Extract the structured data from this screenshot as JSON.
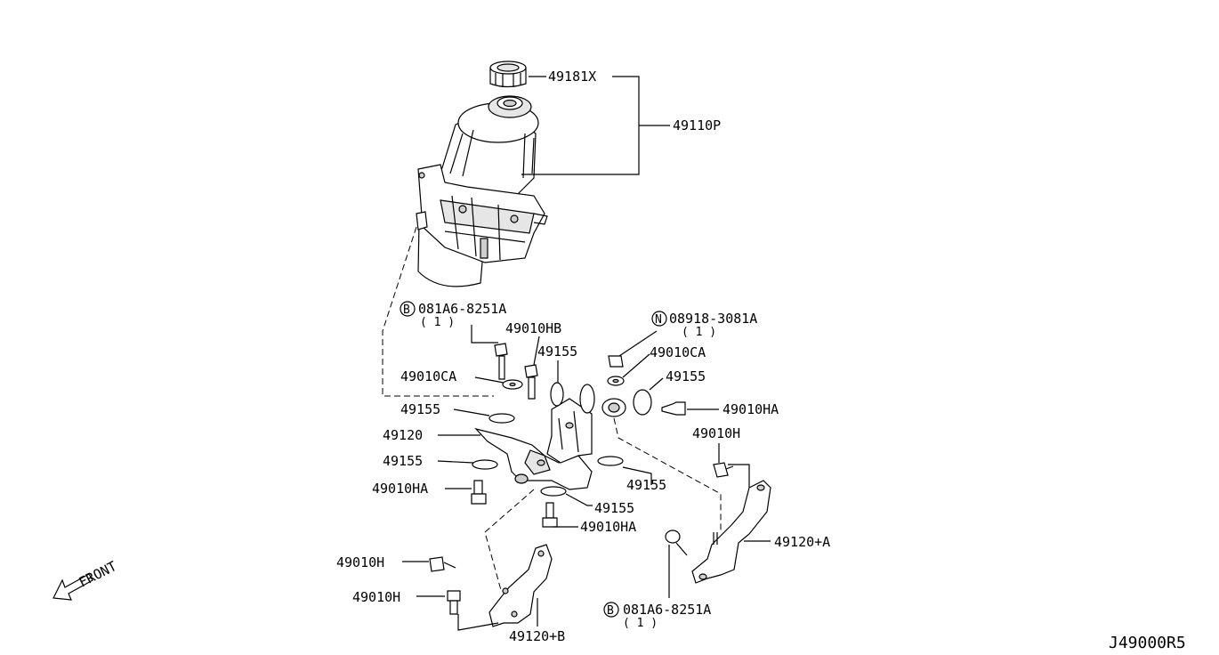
{
  "labels": {
    "cap": "49181X",
    "pump": "49110P",
    "bolt_b1": "081A6-8251A",
    "bolt_b1_qty": "( 1 )",
    "bolt_b1_badge": "B",
    "nut_n": "08918-3081A",
    "nut_n_qty": "( 1 )",
    "nut_n_badge": "N",
    "hb": "49010HB",
    "ins_top": "49155",
    "ca_left": "49010CA",
    "ca_right": "49010CA",
    "ins_right_top": "49155",
    "ha_right": "49010HA",
    "ins_left_1": "49155",
    "h_right": "49010H",
    "bracket_main": "49120",
    "ins_left_2": "49155",
    "ins_mid_right": "49155",
    "ha_left": "49010HA",
    "ins_mid_lower": "49155",
    "ha_center": "49010HA",
    "bracket_a": "49120+A",
    "h_low_1": "49010H",
    "h_low_2": "49010H",
    "bolt_b2": "081A6-8251A",
    "bolt_b2_qty": "( 1 )",
    "bolt_b2_badge": "B",
    "bracket_b": "49120+B",
    "front": "FRONT",
    "diagram_ref": "J49000R5"
  }
}
